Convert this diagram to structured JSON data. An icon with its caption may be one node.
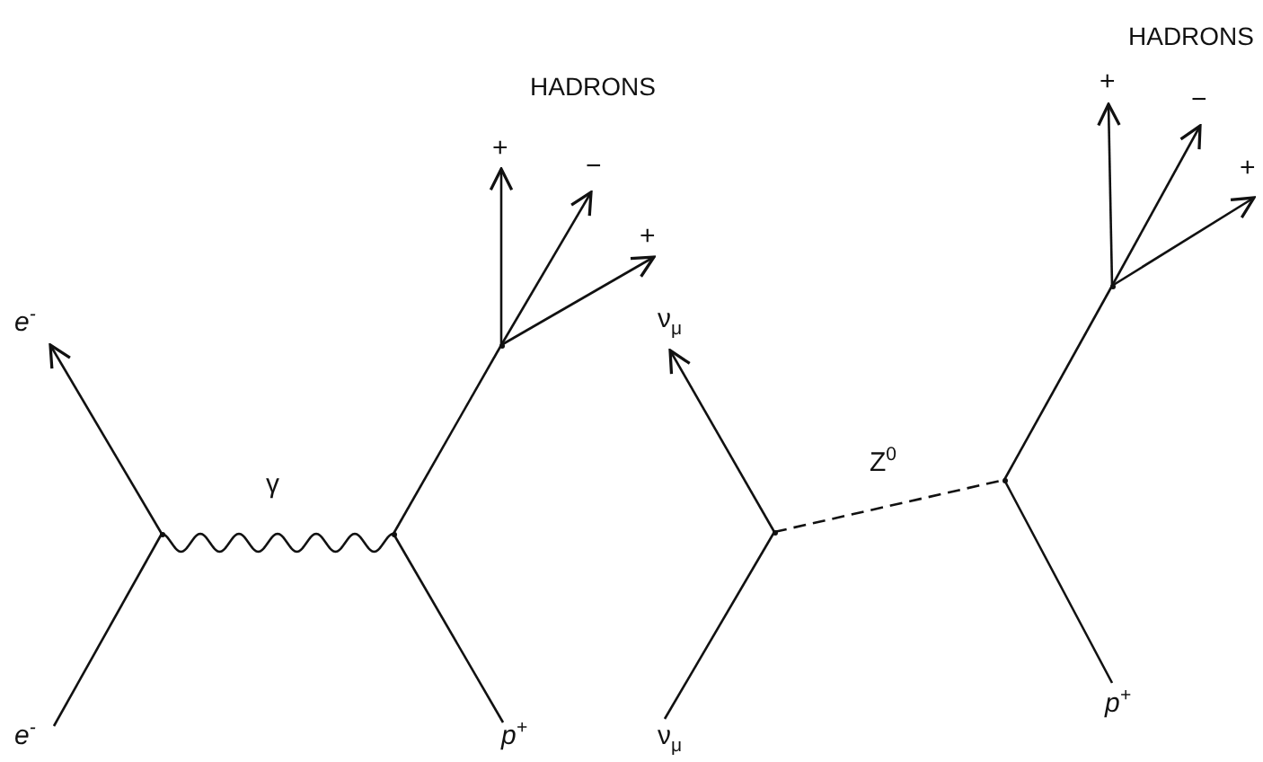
{
  "diagram": {
    "nodes": [
      {
        "text": [
          "e$^{-}$"
        ]
      },
      {
        "text": [
          "e$^{-}$"
        ]
      },
      {
        "text": [],
        "shape": "point"
      },
      {
        "text": [],
        "shape": "point"
      },
      {
        "text": [
          "p$^{+}$"
        ]
      },
      {
        "text": [],
        "shape": "point"
      },
      {
        "text": [
          "+"
        ]
      },
      {
        "text": [
          "−"
        ]
      },
      {
        "text": [
          "+"
        ]
      },
      {
        "text": [
          "ν$_{μ}$"
        ]
      },
      {
        "text": [
          "ν$_{μ}$"
        ]
      },
      {
        "text": [],
        "shape": "point"
      },
      {
        "text": [],
        "shape": "point"
      },
      {
        "text": [
          "p$^{+}$"
        ]
      },
      {
        "text": [],
        "shape": "point"
      },
      {
        "text": [
          "+"
        ]
      },
      {
        "text": [
          "−"
        ]
      },
      {
        "text": [
          "+"
        ]
      }
    ],
    "edges": [
      {
        "from": 0,
        "to": 2,
        "arrow": "none"
      },
      {
        "from": 2,
        "to": 1,
        "arrow": "to"
      },
      {
        "from": 2,
        "to": 3,
        "arrow": "none",
        "label": "γ"
      },
      {
        "from": 3,
        "to": 4,
        "arrow": "none"
      },
      {
        "from": 3,
        "to": 5,
        "arrow": "none"
      },
      {
        "from": 5,
        "to": 6,
        "arrow": "to"
      },
      {
        "from": 5,
        "to": 7,
        "arrow": "to"
      },
      {
        "from": 5,
        "to": 8,
        "arrow": "to"
      },
      {
        "from": 9,
        "to": 11,
        "arrow": "none"
      },
      {
        "from": 11,
        "to": 10,
        "arrow": "to"
      },
      {
        "from": 11,
        "to": 12,
        "arrow": "none",
        "label": "Z$^{0}$",
        "style": "dashed"
      },
      {
        "from": 12,
        "to": 13,
        "arrow": "none"
      },
      {
        "from": 12,
        "to": 14,
        "arrow": "none"
      },
      {
        "from": 14,
        "to": 15,
        "arrow": "to"
      },
      {
        "from": 14,
        "to": 16,
        "arrow": "to"
      },
      {
        "from": 14,
        "to": 17,
        "arrow": "to"
      }
    ],
    "labels": [
      "HADRONS",
      "HADRONS"
    ]
  }
}
